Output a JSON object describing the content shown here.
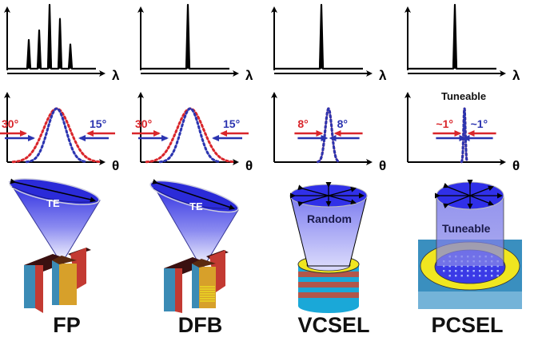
{
  "figure": {
    "colors": {
      "red": "#d9262b",
      "blue": "#2b34b0",
      "axis": "#000000",
      "beam_top": "#2727e8",
      "beam_light": "#ffffff",
      "cap_blue": "#3a3ae6",
      "teal": "#3b8bb5",
      "red_block": "#c33a32",
      "dark_top": "#3a1010",
      "gold": "#d7a02a",
      "yellow": "#f0e620",
      "cyan_layer": "#1aa8d8",
      "brown_layer": "#b2564a",
      "pcsel_base": "#3a8fbf",
      "pcsel_base_light": "#74b3d8"
    },
    "panels": [
      {
        "device": "FP",
        "spectrum": {
          "x_label": "λ",
          "peaks": [
            0.45,
            0.6,
            1.0,
            0.78,
            0.38
          ]
        },
        "beam": {
          "left_angle": "30°",
          "right_angle": "15°",
          "title": ""
        },
        "beam_label": "TE"
      },
      {
        "device": "DFB",
        "spectrum": {
          "x_label": "λ",
          "peaks": [
            1.0
          ]
        },
        "beam": {
          "left_angle": "30°",
          "right_angle": "15°",
          "title": ""
        },
        "beam_label": "TE"
      },
      {
        "device": "VCSEL",
        "spectrum": {
          "x_label": "λ",
          "peaks": [
            1.0
          ]
        },
        "beam": {
          "left_angle": "8°",
          "right_angle": "8°",
          "title": ""
        },
        "beam_label": "Random"
      },
      {
        "device": "PCSEL",
        "spectrum": {
          "x_label": "λ",
          "peaks": [
            1.0
          ]
        },
        "beam": {
          "left_angle": "~1°",
          "right_angle": "~1°",
          "title": "Tuneable"
        },
        "beam_label": "Tuneable"
      }
    ],
    "beam_axis_label": "θ",
    "beam_divergence": {
      "red_widths": [
        0.9,
        0.9,
        0.22,
        0.06
      ],
      "blue_widths": [
        0.62,
        0.62,
        0.22,
        0.06
      ]
    }
  }
}
